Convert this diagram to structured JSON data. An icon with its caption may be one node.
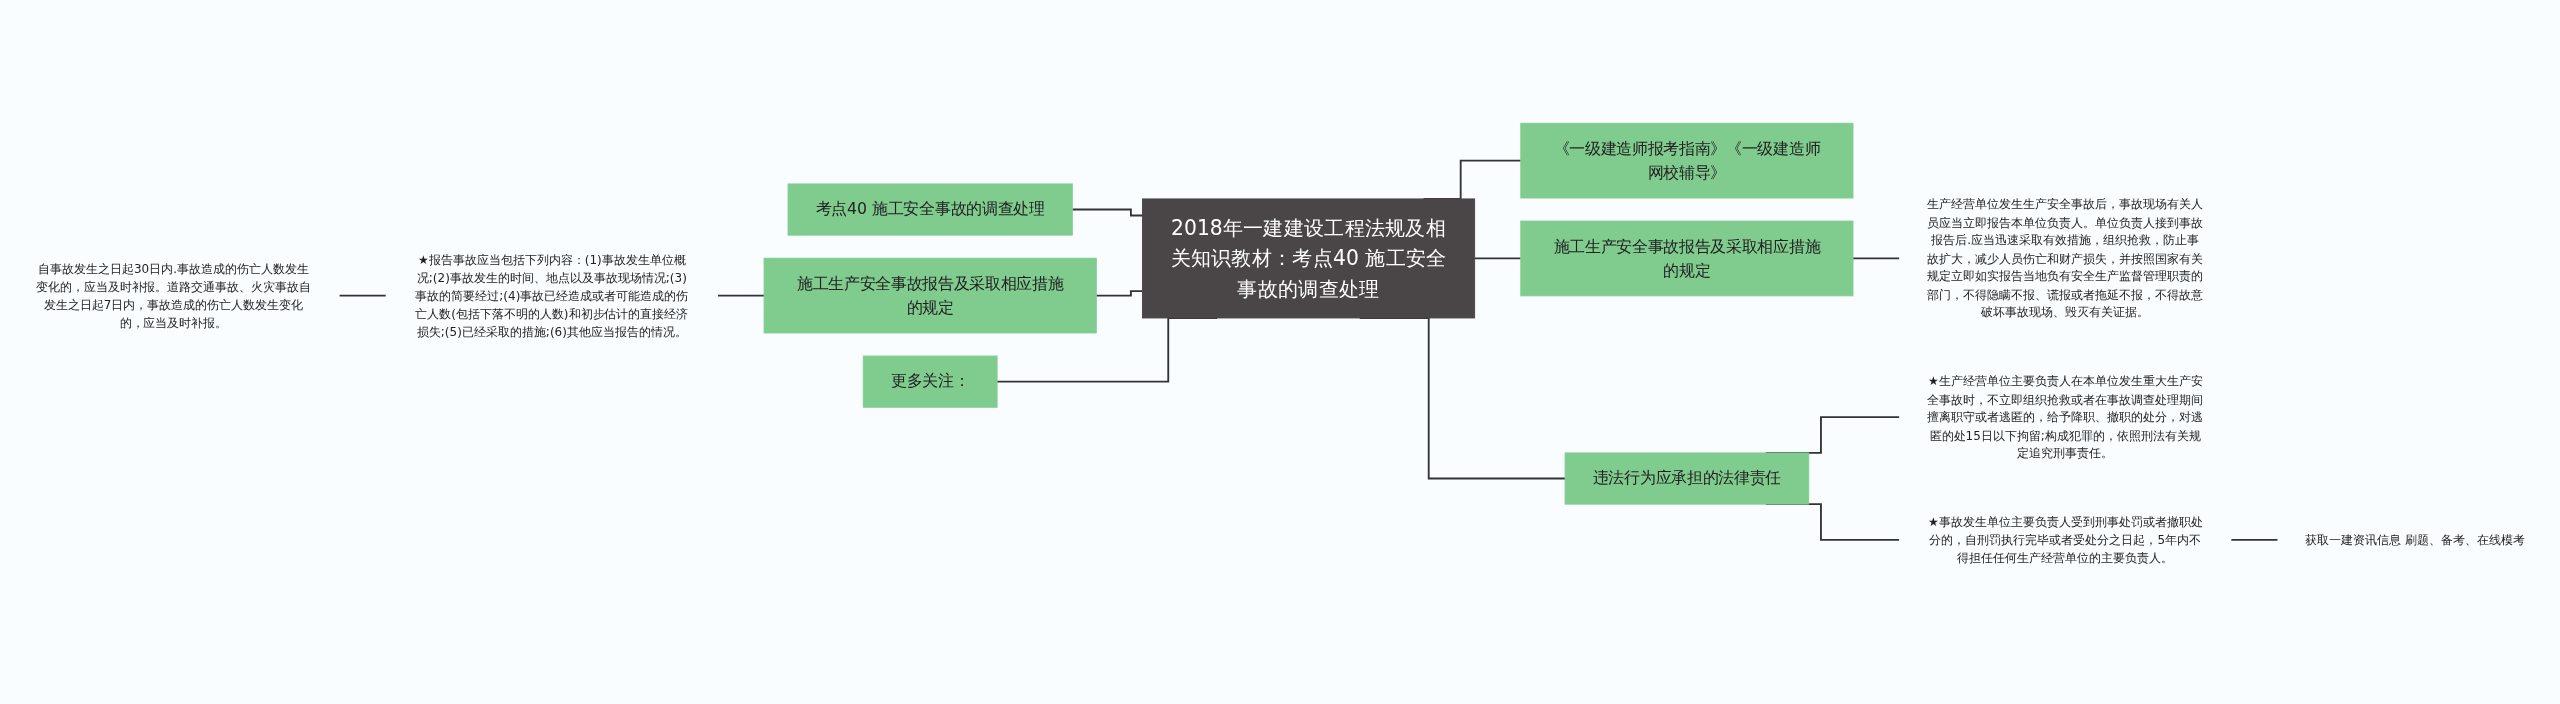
{
  "diagram": {
    "nodes": [
      {
        "text": [
          "2018年一建建设工程法规及相关知识教材：考点40 施工安全事故的调查处理"
        ]
      },
      {
        "text": [
          "考点40 施工安全事故的调查处理"
        ]
      },
      {
        "text": [
          "施工生产安全事故报告及采取相应措施的规定"
        ]
      },
      {
        "text": [
          "★报告事故应当包括下列内容：(1)事故发生单位概况;(2)事故发生的时间、地点以及事故现场情况;(3)事故的简要经过;(4)事故已经造成或者可能造成的伤亡人数(包括下落不明的人数)和初步估计的直接经济损失;(5)已经采取的措施;(6)其他应当报告的情况。"
        ]
      },
      {
        "text": [
          "自事故发生之日起30日内.事故造成的伤亡人数发生变化的，应当及时补报。道路交通事故、火灾事故自发生之日起7日内，事故造成的伤亡人数发生变化的，应当及时补报。"
        ]
      },
      {
        "text": [
          "更多关注："
        ]
      },
      {
        "text": [
          "《一级建造师报考指南》《一级建造师网校辅导》"
        ]
      },
      {
        "text": [
          "施工生产安全事故报告及采取相应措施的规定"
        ]
      },
      {
        "text": [
          "生产经营单位发生生产安全事故后，事故现场有关人员应当立即报告本单位负责人。单位负责人接到事故报告后.应当迅速采取有效措施，组织抢救，防止事故扩大，减少人员伤亡和财产损失，并按照国家有关规定立即如实报告当地负有安全生产监督管理职责的部门，不得隐瞒不报、谎报或者拖延不报，不得故意破坏事故现场、毁灭有关证据。"
        ]
      },
      {
        "text": [
          "违法行为应承担的法律责任"
        ]
      },
      {
        "text": [
          "★生产经营单位主要负责人在本单位发生重大生产安全事故时，不立即组织抢救或者在事故调查处理期间擅离职守或者逃匿的，给予降职、撤职的处分，对逃匿的处15日以下拘留;构成犯罪的，依照刑法有关规定追究刑事责任。"
        ]
      },
      {
        "text": [
          "★事故发生单位主要负责人受到刑事处罚或者撤职处分的，自刑罚执行完毕或者受处分之日起，5年内不得担任任何生产经营单位的主要负责人。"
        ]
      },
      {
        "text": [
          "获取一建资讯信息 刷题、备考、在线模考"
        ]
      }
    ],
    "edges": [
      {
        "from": 1,
        "to": 0,
        "arrow": "none"
      },
      {
        "from": 2,
        "to": 0,
        "arrow": "none"
      },
      {
        "from": 3,
        "to": 2,
        "arrow": "none"
      },
      {
        "from": 4,
        "to": 3,
        "arrow": "none"
      },
      {
        "from": 5,
        "to": 0,
        "arrow": "none"
      },
      {
        "from": 0,
        "to": 6,
        "arrow": "none"
      },
      {
        "from": 0,
        "to": 7,
        "arrow": "none"
      },
      {
        "from": 7,
        "to": 8,
        "arrow": "none"
      },
      {
        "from": 0,
        "to": 9,
        "arrow": "none"
      },
      {
        "from": 9,
        "to": 10,
        "arrow": "none"
      },
      {
        "from": 9,
        "to": 11,
        "arrow": "none"
      },
      {
        "from": 11,
        "to": 12,
        "arrow": "none"
      }
    ]
  }
}
